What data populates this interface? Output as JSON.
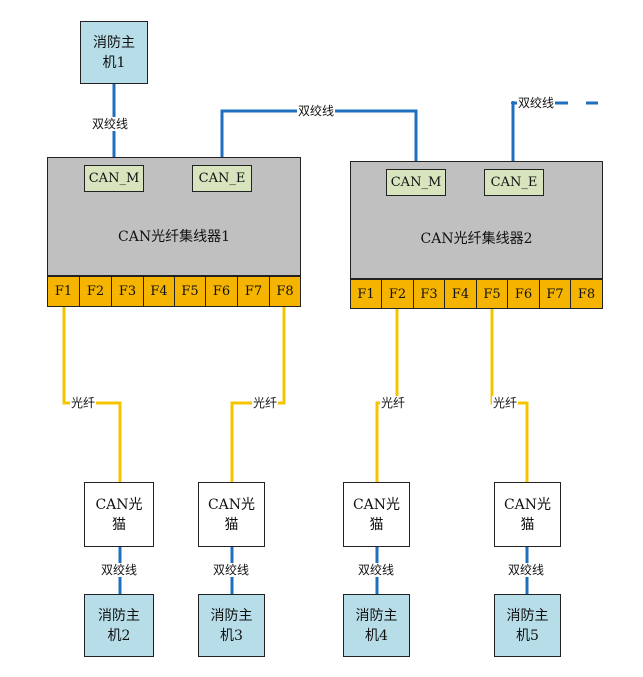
{
  "hosts": {
    "host1": [
      "消防主",
      "机1"
    ],
    "host2": [
      "消防主",
      "机2"
    ],
    "host3": [
      "消防主",
      "机3"
    ],
    "host4": [
      "消防主",
      "机4"
    ],
    "host5": [
      "消防主",
      "机5"
    ]
  },
  "hubs": {
    "hub1": {
      "title": "CAN光纤集线器1",
      "port_m": "CAN_M",
      "port_e": "CAN_E",
      "ports": [
        "F1",
        "F2",
        "F3",
        "F4",
        "F5",
        "F6",
        "F7",
        "F8"
      ]
    },
    "hub2": {
      "title": "CAN光纤集线器2",
      "port_m": "CAN_M",
      "port_e": "CAN_E",
      "ports": [
        "F1",
        "F2",
        "F3",
        "F4",
        "F5",
        "F6",
        "F7",
        "F8"
      ]
    }
  },
  "modems": {
    "line1": "CAN光",
    "line2": "猫"
  },
  "labels": {
    "twisted_pair": "双绞线",
    "fiber": "光纤"
  },
  "colors": {
    "twisted_pair_wire": "#1f6fbf",
    "fiber_wire": "#f5c400",
    "host_fill": "#b7dde8",
    "hub_fill": "#c0c0c0",
    "can_port_fill": "#d7e4bd",
    "fiber_port_fill": "#f5b400"
  }
}
